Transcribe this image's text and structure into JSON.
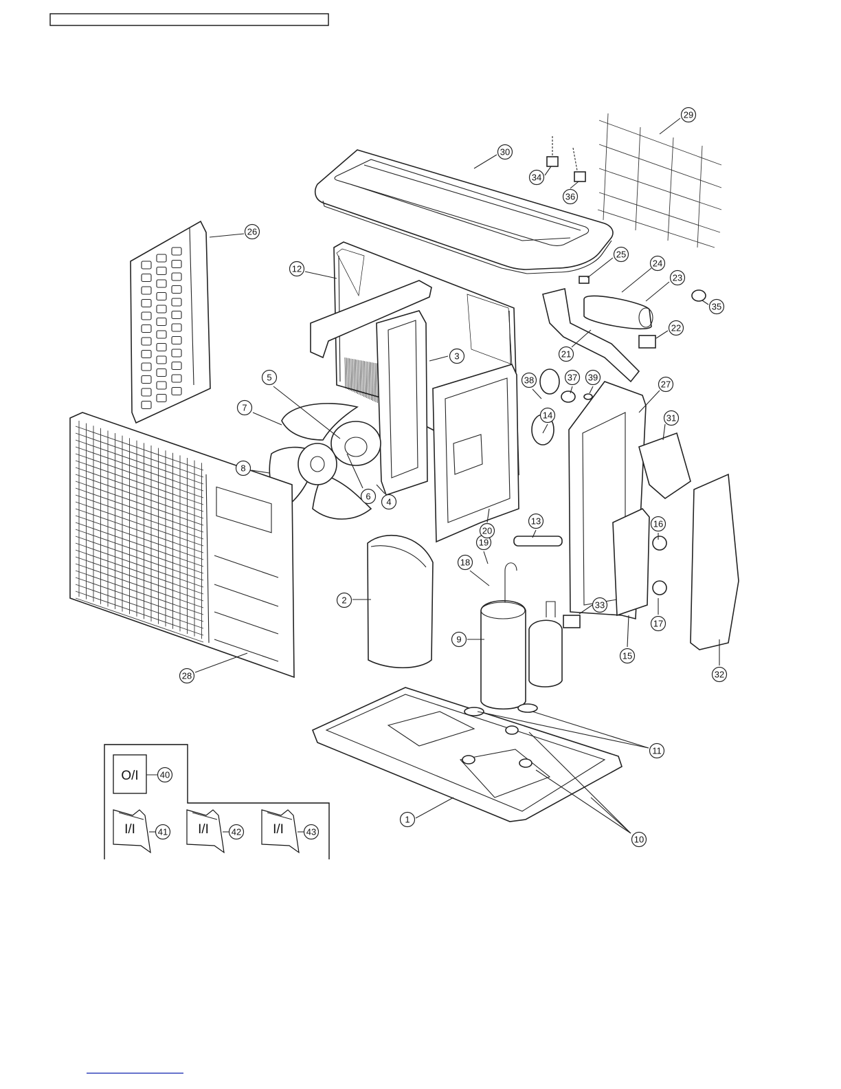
{
  "header_box_text": "",
  "bottom_link_text": "",
  "colors": {
    "line": "#222222",
    "link": "#3344bb"
  },
  "part_callouts": [
    "1",
    "2",
    "3",
    "4",
    "5",
    "6",
    "7",
    "8",
    "9",
    "10",
    "11",
    "12",
    "13",
    "14",
    "15",
    "16",
    "17",
    "18",
    "19",
    "20",
    "21",
    "22",
    "23",
    "24",
    "25",
    "26",
    "27",
    "28",
    "29",
    "30",
    "31",
    "32",
    "33",
    "34",
    "35",
    "36",
    "37",
    "38",
    "39"
  ],
  "documents": [
    {
      "label": "O/I",
      "number": "40"
    },
    {
      "label": "I/I",
      "number": "41"
    },
    {
      "label": "I/I",
      "number": "42"
    },
    {
      "label": "I/I",
      "number": "43"
    }
  ]
}
